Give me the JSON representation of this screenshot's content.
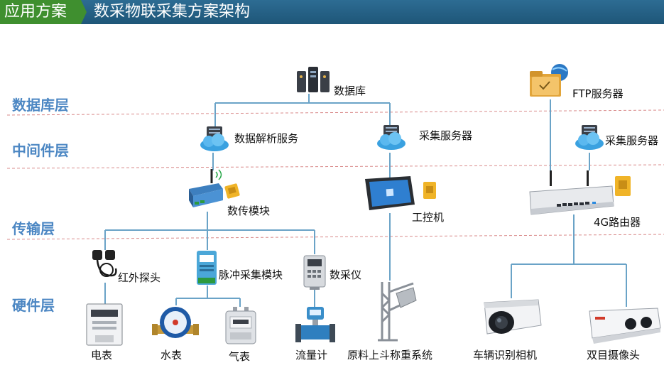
{
  "header": {
    "tab": "应用方案",
    "title": "数采物联采集方案架构"
  },
  "layers": {
    "database": "数据库层",
    "middleware": "中间件层",
    "transport": "传输层",
    "hardware": "硬件层"
  },
  "nodes": {
    "database": "数据库",
    "parse_service": "数据解析服务",
    "collect_server_left": "采集服务器",
    "ftp_server": "FTP服务器",
    "collect_server_right": "采集服务器",
    "dtu_module": "数传模块",
    "ipc": "工控机",
    "router_4g": "4G路由器",
    "ir_probe": "红外探头",
    "pulse_module": "脉冲采集模块",
    "data_collector": "数采仪",
    "electric_meter": "电表",
    "water_meter": "水表",
    "gas_meter": "气表",
    "flow_meter": "流量计",
    "hopper_scale": "原料上斗称重系统",
    "plate_camera": "车辆识别相机",
    "binocular_camera": "双目摄像头"
  },
  "colors": {
    "header_bg": "#1e5678",
    "header_tab": "#3f8f2f",
    "layer_text": "#4c87c3",
    "wire": "#6aa3c7",
    "divider": "#d98a8a"
  }
}
